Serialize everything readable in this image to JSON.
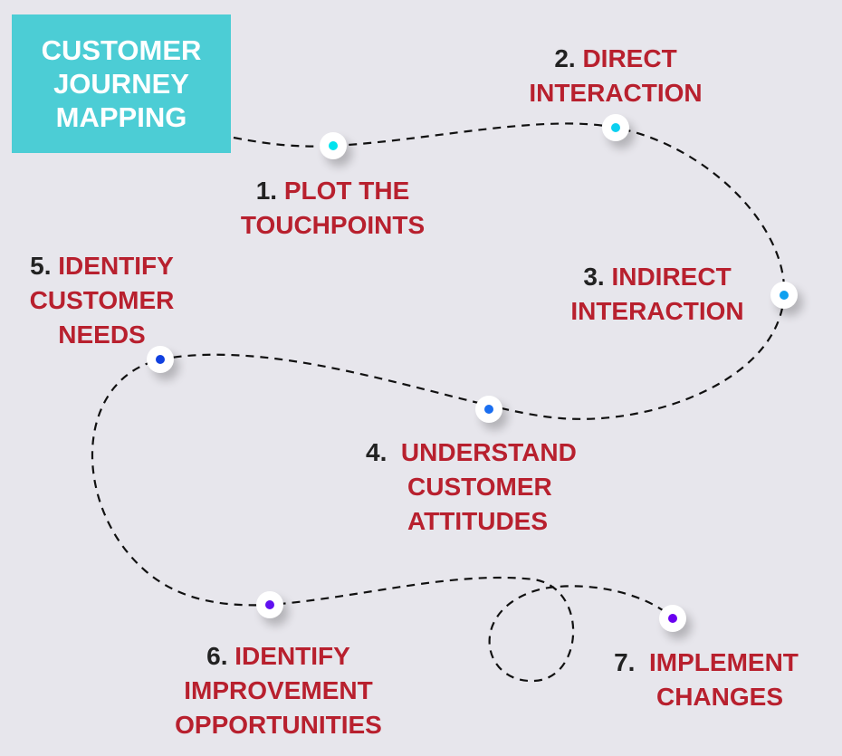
{
  "title": [
    "CUSTOMER",
    "JOURNEY",
    "MAPPING"
  ],
  "steps": [
    {
      "num": "1.",
      "lines": [
        "PLOT THE",
        "TOUCHPOINTS"
      ],
      "color": "#00e3ee"
    },
    {
      "num": "2.",
      "lines": [
        "DIRECT",
        "INTERACTION"
      ],
      "color": "#0cd0f0"
    },
    {
      "num": "3.",
      "lines": [
        "INDIRECT",
        "INTERACTION"
      ],
      "color": "#0ea0f0"
    },
    {
      "num": "4.",
      "lines": [
        "UNDERSTAND",
        "CUSTOMER",
        "ATTITUDES"
      ],
      "color": "#1a6ef0"
    },
    {
      "num": "5.",
      "lines": [
        "IDENTIFY",
        "CUSTOMER",
        "NEEDS"
      ],
      "color": "#1040e0"
    },
    {
      "num": "6.",
      "lines": [
        "IDENTIFY",
        "IMPROVEMENT",
        "OPPORTUNITIES"
      ],
      "color": "#6010f0"
    },
    {
      "num": "7.",
      "lines": [
        "IMPLEMENT",
        "CHANGES"
      ],
      "color": "#6a00f0"
    }
  ],
  "colors": {
    "background": "#e7e6ec",
    "title_bg": "#4ccdd5",
    "accent": "#b8202e"
  }
}
